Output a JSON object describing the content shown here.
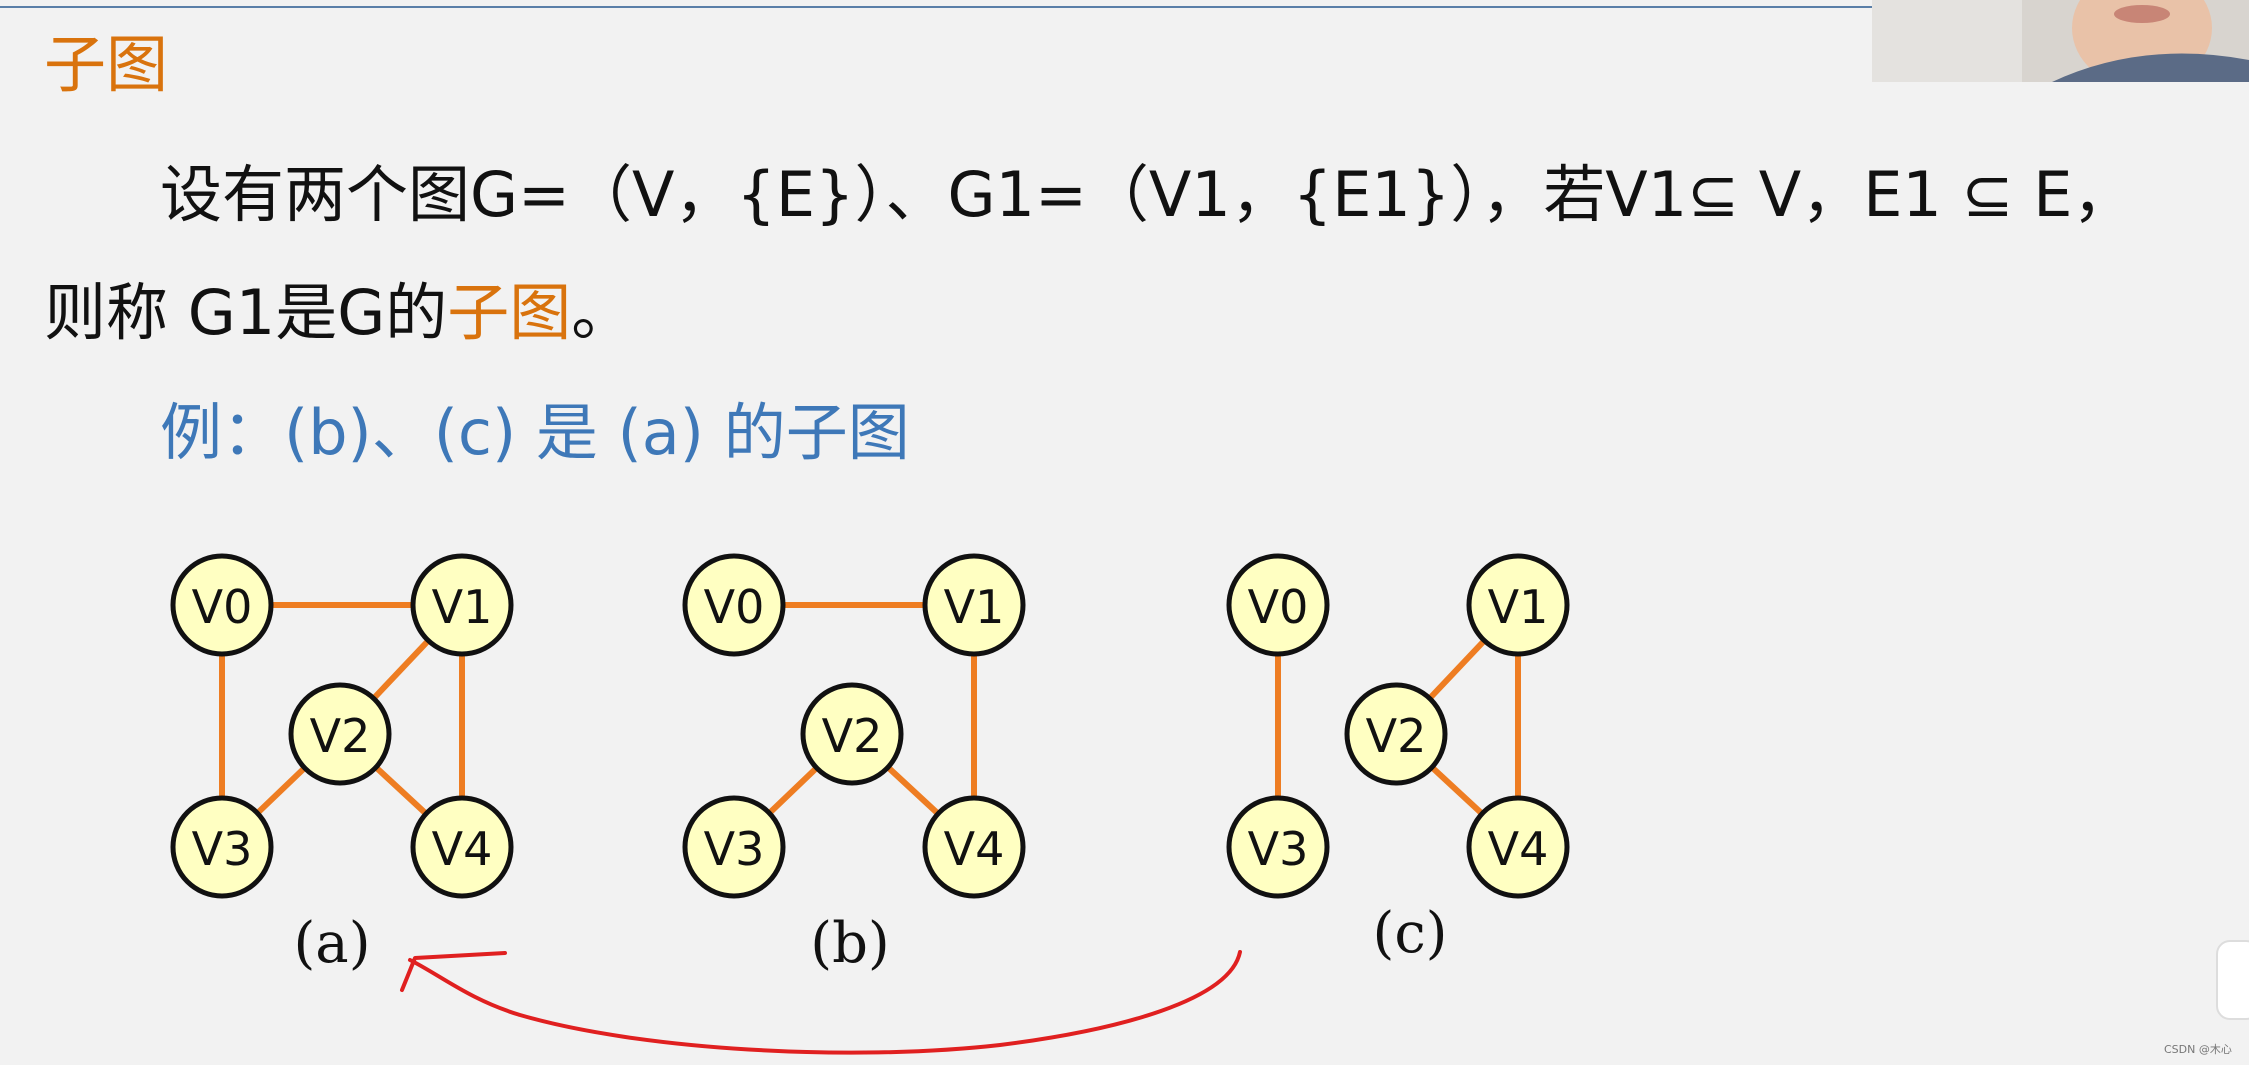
{
  "slide": {
    "title": "子图",
    "definition_line1": "设有两个图G=（V，{E}）、G1=（V1，{E1}），若V1⊆ V，E1 ⊆ E，",
    "definition_line2_prefix": "则称 G1是G的",
    "definition_line2_term": "子图",
    "definition_line2_suffix": "。",
    "example": "例：(b)、(c) 是 (a) 的子图"
  },
  "graphs": [
    {
      "caption": "(a)",
      "nodes": [
        "V0",
        "V1",
        "V2",
        "V3",
        "V4"
      ],
      "edges": [
        [
          "V0",
          "V1"
        ],
        [
          "V0",
          "V3"
        ],
        [
          "V1",
          "V2"
        ],
        [
          "V1",
          "V4"
        ],
        [
          "V2",
          "V3"
        ],
        [
          "V2",
          "V4"
        ]
      ]
    },
    {
      "caption": "(b)",
      "nodes": [
        "V0",
        "V1",
        "V2",
        "V3",
        "V4"
      ],
      "edges": [
        [
          "V0",
          "V1"
        ],
        [
          "V1",
          "V4"
        ],
        [
          "V2",
          "V3"
        ],
        [
          "V2",
          "V4"
        ]
      ]
    },
    {
      "caption": "(c)",
      "nodes": [
        "V0",
        "V1",
        "V2",
        "V3",
        "V4"
      ],
      "edges": [
        [
          "V0",
          "V3"
        ],
        [
          "V1",
          "V2"
        ],
        [
          "V1",
          "V4"
        ],
        [
          "V2",
          "V4"
        ]
      ]
    }
  ],
  "annotation": {
    "type": "hand-drawn-arrow",
    "from": "(c)",
    "to": "(a)",
    "color": "#e02020"
  },
  "colors": {
    "title": "#d9730d",
    "example": "#3e78b8",
    "edge": "#ee7d22",
    "node_fill": "#ffffc2"
  },
  "watermark": "CSDN @木心"
}
